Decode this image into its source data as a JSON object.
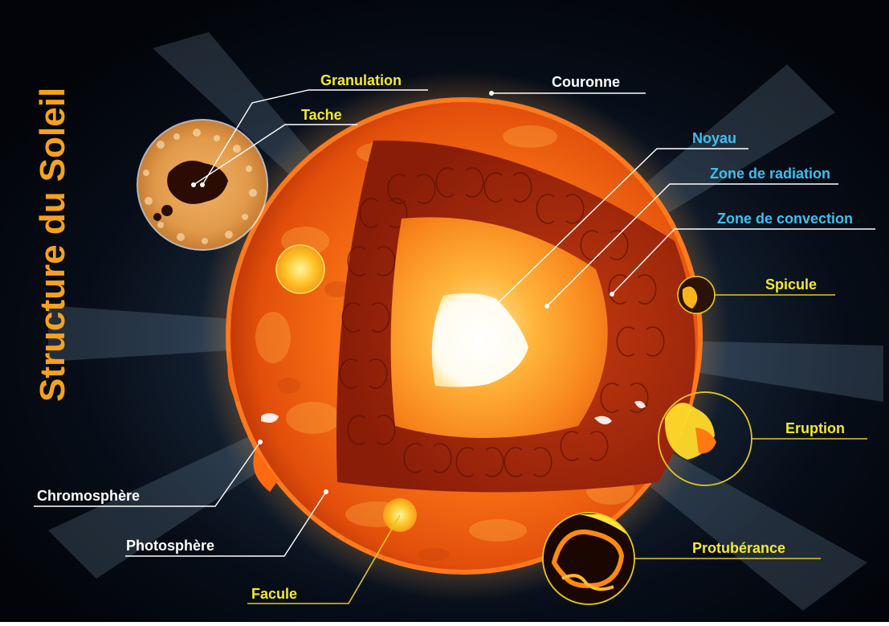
{
  "diagram": {
    "title": "Structure du Soleil",
    "labels": {
      "granulation": "Granulation",
      "tache": "Tache",
      "couronne": "Couronne",
      "noyau": "Noyau",
      "zone_radiation": "Zone de radiation",
      "zone_convection": "Zone de convection",
      "spicule": "Spicule",
      "eruption": "Eruption",
      "protuberance": "Protubérance",
      "chromosphere": "Chromosphère",
      "photosphere": "Photosphère",
      "facule": "Facule"
    },
    "colors": {
      "title": "#f7a21b",
      "label_yellow": "#f5ea2a",
      "label_white": "#ffffff",
      "label_blue": "#3cc0f0",
      "background": "#03060e",
      "surface": "#f26a12",
      "core": "#ffffff"
    }
  }
}
